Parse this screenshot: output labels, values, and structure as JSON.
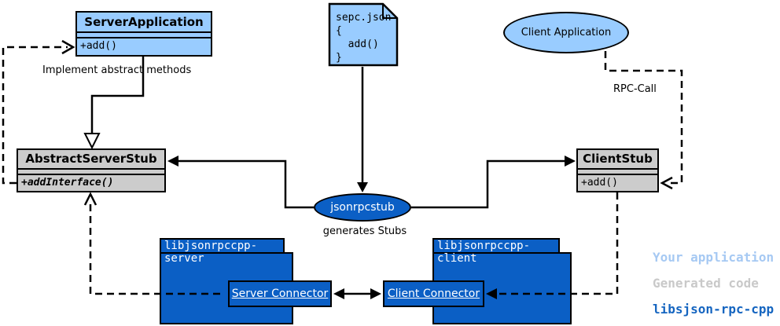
{
  "colors": {
    "light_blue_fill": "#99CCFF",
    "gray_fill": "#CCCCCC",
    "blue_fill": "#0B5FC5",
    "line": "#000000"
  },
  "nodes": {
    "server_application": {
      "title": "ServerApplication",
      "method": "+add()"
    },
    "spec_note": {
      "lines": [
        "sepc.json",
        "{",
        "  add()",
        "}"
      ]
    },
    "client_application": {
      "label": "Client Application"
    },
    "abstract_server_stub": {
      "title": "AbstractServerStub",
      "method": "+addInterface()"
    },
    "client_stub": {
      "title": "ClientStub",
      "method": "+add()"
    },
    "jsonrpcstub": {
      "label": "jsonrpcstub",
      "caption": "generates Stubs"
    },
    "server_package": {
      "name": "libjsonrpccpp-server",
      "connector": "Server Connector"
    },
    "client_package": {
      "name": "libjsonrpccpp-client",
      "connector": "Client Connector"
    }
  },
  "edge_labels": {
    "implement": "Implement abstract methods",
    "rpc_call": "RPC-Call"
  },
  "legend": {
    "items": [
      {
        "label": "Your application",
        "color": "#A6C9F3"
      },
      {
        "label": "Generated code",
        "color": "#C9C9C9"
      },
      {
        "label": "libsjson-rpc-cpp",
        "color": "#1565C0"
      }
    ]
  }
}
